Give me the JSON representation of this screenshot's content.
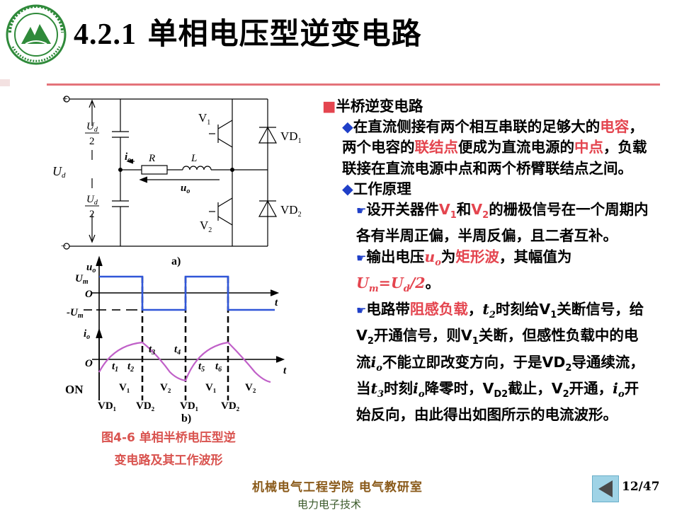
{
  "header": {
    "section_number": "4.2.1",
    "title": "单相电压型逆变电路"
  },
  "figure": {
    "circuit": {
      "plus": "+",
      "minus": "−",
      "ud_half_top": "U",
      "ud_half_sub": "d",
      "two": "2",
      "ud": "U",
      "ud_sub": "d",
      "io": "i",
      "io_sub": "o",
      "R": "R",
      "L": "L",
      "uo": "u",
      "uo_sub": "o",
      "V1": "V",
      "V1_sub": "1",
      "VD1": "VD",
      "VD1_sub": "1",
      "V2": "V",
      "V2_sub": "2",
      "VD2": "VD",
      "VD2_sub": "2",
      "label_a": "a)"
    },
    "waveform": {
      "uo_axis": "u",
      "uo_axis_sub": "o",
      "Um": "U",
      "Um_sub": "m",
      "O": "O",
      "t": "t",
      "neg_Um": "-U",
      "neg_Um_sub": "m",
      "io_axis": "i",
      "io_axis_sub": "o",
      "t1": "t",
      "t1_sub": "1",
      "t2": "t",
      "t2_sub": "2",
      "t3": "t",
      "t3_sub": "3",
      "t4": "t",
      "t4_sub": "4",
      "t5": "t",
      "t5_sub": "5",
      "t6": "t",
      "t6_sub": "6",
      "ON": "ON",
      "on_labels": [
        "V₁",
        "V₂",
        "V₁",
        "V₂"
      ],
      "vd_labels": [
        "VD₁",
        "VD₂",
        "VD₁",
        "VD₂"
      ],
      "label_b": "b)"
    },
    "caption_line1": "图4-6  单相半桥电压型逆",
    "caption_line2": "变电路及其工作波形"
  },
  "body": {
    "heading": "半桥逆变电路",
    "p1_a": "在直流侧接有两个相互串联的足够大的",
    "p1_red1": "电容",
    "p1_b": "，两个电容的",
    "p1_red2": "联结点",
    "p1_c": "便成为直流电源的",
    "p1_red3": "中点",
    "p1_d": "，负载联接在直流电源中点和两个桥臂联结点之间。",
    "p2": "工作原理",
    "p3_a": "设开关器件",
    "p3_v1": "V",
    "p3_v1s": "1",
    "p3_and": "和",
    "p3_v2": "V",
    "p3_v2s": "2",
    "p3_b": "的栅极信号在一个周期内各有半周正偏，半周反偏，且二者互补。",
    "p4_a": "输出电压",
    "p4_u": "u",
    "p4_us": "o",
    "p4_b": "为",
    "p4_red": "矩形波",
    "p4_c": "，其幅值为",
    "p4_formula_U": "U",
    "p4_formula_m": "m",
    "p4_formula_eq": "=U",
    "p4_formula_d": "d",
    "p4_formula_end": "/2",
    "p4_end": "。",
    "p5_a": "电路带",
    "p5_red": "阻感负载",
    "p5_b": "，",
    "p5_t2": "t",
    "p5_t2s": "2",
    "p5_c": "时刻给V",
    "p5_c_s": "1",
    "p5_d": "关断信号，给V",
    "p5_d_s": "2",
    "p5_e": "开通信号，则V",
    "p5_e_s": "1",
    "p5_f": "关断，但感性负载中的电流",
    "p5_i": "i",
    "p5_is": "o",
    "p5_g": "不能立即改变方向，于是VD",
    "p5_g_s": "2",
    "p5_h": "导通续流，当",
    "p5_t3": "t",
    "p5_t3s": "3",
    "p5_i2": "时刻",
    "p5_i3": "i",
    "p5_i3s": "o",
    "p5_j": "降零时，V",
    "p5_j_s": "D2",
    "p5_k": "截止，V",
    "p5_k_s": "2",
    "p5_l": "开通，",
    "p5_i4": "i",
    "p5_i4s": "o",
    "p5_m": "开始反向，由此得出如图所示的电流波形。"
  },
  "footer": {
    "dept": "机械电气工程学院 电气教研室",
    "course": "电力电子技术",
    "page": "12/47"
  },
  "colors": {
    "accent_line": "#e4737a",
    "red_text": "#e4454f",
    "blue_bullet": "#1f3fc8",
    "uo_wave": "#3056d8",
    "io_wave": "#c060c8",
    "logo_green": "#2f8a3a"
  }
}
